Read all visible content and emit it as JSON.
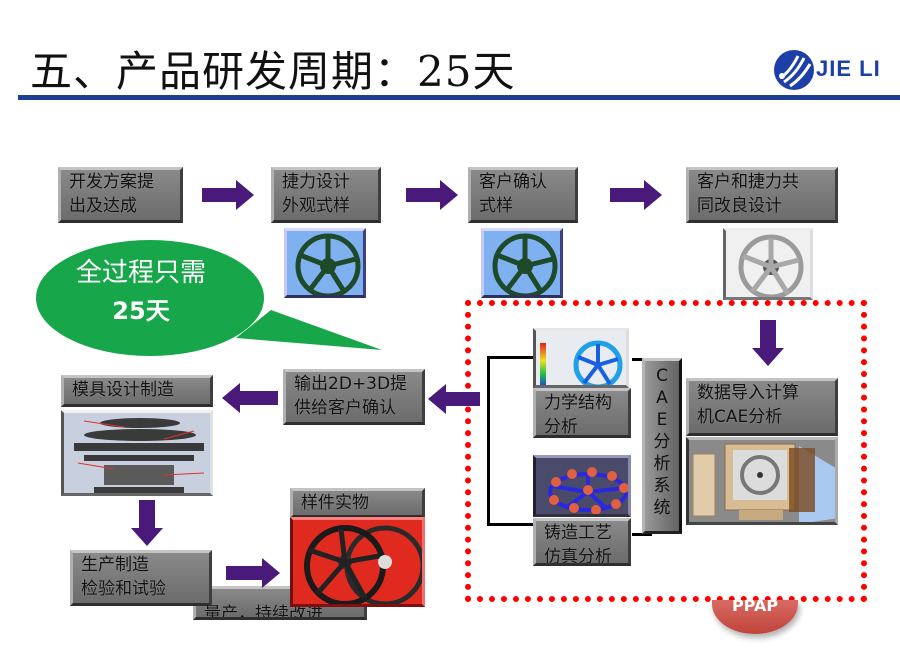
{
  "header": {
    "title": "五、产品研发周期：25天",
    "logo_text": "JIE LI",
    "accent_color": "#1d3f95"
  },
  "callout": {
    "line1": "全过程只需",
    "line2": "25天",
    "color": "#17a74a"
  },
  "steps": {
    "s1": {
      "line1": "开发方案提",
      "line2": "出及达成"
    },
    "s2": {
      "line1": "捷力设计",
      "line2": "外观式样"
    },
    "s3": {
      "line1": "客户确认",
      "line2": "式样"
    },
    "s4": {
      "line1": "客户和捷力共",
      "line2": "同改良设计"
    },
    "s5": {
      "line1": "数据导入计算",
      "line2": "机CAE分析"
    },
    "s6": {
      "line1": "力学结构",
      "line2": "分析"
    },
    "s7": {
      "line1": "铸造工艺",
      "line2": "仿真分析"
    },
    "s8": {
      "line1": "输出2D+3D提",
      "line2": "供给客户确认"
    },
    "s9": {
      "line1": "模具设计制造"
    },
    "s10": {
      "line1": "生产制造",
      "line2": "检验和试验"
    },
    "s11": {
      "line1": "样件实物"
    },
    "s12": {
      "line1": "量产，持续改进"
    }
  },
  "cae_system": [
    "C",
    "A",
    "E",
    "分",
    "析",
    "系",
    "统"
  ],
  "hidden_badge": {
    "label": "PPAP"
  },
  "colors": {
    "arrow": "#4a1a7a",
    "frame": "#ff0000",
    "box": "#7a7a7a"
  }
}
